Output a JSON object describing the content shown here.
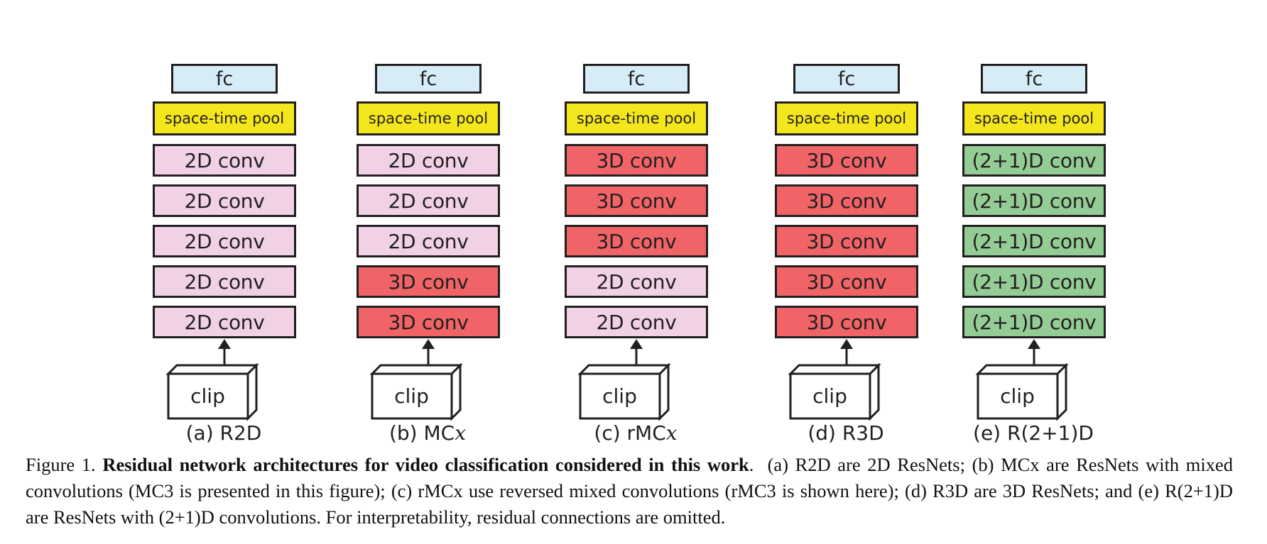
{
  "figure": {
    "colors": {
      "fc": "#d6edf8",
      "pool": "#f4e61c",
      "conv2d": "#f0d1e6",
      "conv3d": "#f06467",
      "conv21d": "#94cc96",
      "outline": "#231f20"
    },
    "fc_label": "fc",
    "pool_label": "space-time pool",
    "clip_label": "clip",
    "architectures": [
      {
        "label_prefix": "(a) R2D",
        "label_italic": "",
        "layers": [
          {
            "label": "2D conv",
            "type": "conv2d"
          },
          {
            "label": "2D conv",
            "type": "conv2d"
          },
          {
            "label": "2D conv",
            "type": "conv2d"
          },
          {
            "label": "2D conv",
            "type": "conv2d"
          },
          {
            "label": "2D conv",
            "type": "conv2d"
          }
        ]
      },
      {
        "label_prefix": "(b) MC",
        "label_italic": "x",
        "layers": [
          {
            "label": "2D conv",
            "type": "conv2d"
          },
          {
            "label": "2D conv",
            "type": "conv2d"
          },
          {
            "label": "2D conv",
            "type": "conv2d"
          },
          {
            "label": "3D conv",
            "type": "conv3d"
          },
          {
            "label": "3D conv",
            "type": "conv3d"
          }
        ]
      },
      {
        "label_prefix": "(c) rMC",
        "label_italic": "x",
        "layers": [
          {
            "label": "3D conv",
            "type": "conv3d"
          },
          {
            "label": "3D conv",
            "type": "conv3d"
          },
          {
            "label": "3D conv",
            "type": "conv3d"
          },
          {
            "label": "2D conv",
            "type": "conv2d"
          },
          {
            "label": "2D conv",
            "type": "conv2d"
          }
        ]
      },
      {
        "label_prefix": "(d) R3D",
        "label_italic": "",
        "layers": [
          {
            "label": "3D conv",
            "type": "conv3d"
          },
          {
            "label": "3D conv",
            "type": "conv3d"
          },
          {
            "label": "3D conv",
            "type": "conv3d"
          },
          {
            "label": "3D conv",
            "type": "conv3d"
          },
          {
            "label": "3D conv",
            "type": "conv3d"
          }
        ]
      },
      {
        "label_prefix": "(e) R(2+1)D",
        "label_italic": "",
        "layers": [
          {
            "label": "(2+1)D conv",
            "type": "conv21d"
          },
          {
            "label": "(2+1)D conv",
            "type": "conv21d"
          },
          {
            "label": "(2+1)D conv",
            "type": "conv21d"
          },
          {
            "label": "(2+1)D conv",
            "type": "conv21d"
          },
          {
            "label": "(2+1)D conv",
            "type": "conv21d"
          }
        ]
      }
    ]
  },
  "caption": {
    "figure_label": "Figure 1.",
    "title": "Residual network architectures for video classification considered in this work",
    "title_end": ".",
    "body": "(a) R2D are 2D ResNets; (b) MCx are ResNets with mixed convolutions (MC3 is presented in this figure); (c) rMCx use reversed mixed convolutions (rMC3 is shown here); (d) R3D are 3D ResNets; and (e) R(2+1)D are ResNets with (2+1)D convolutions. For interpretability, residual connections are omitted."
  }
}
